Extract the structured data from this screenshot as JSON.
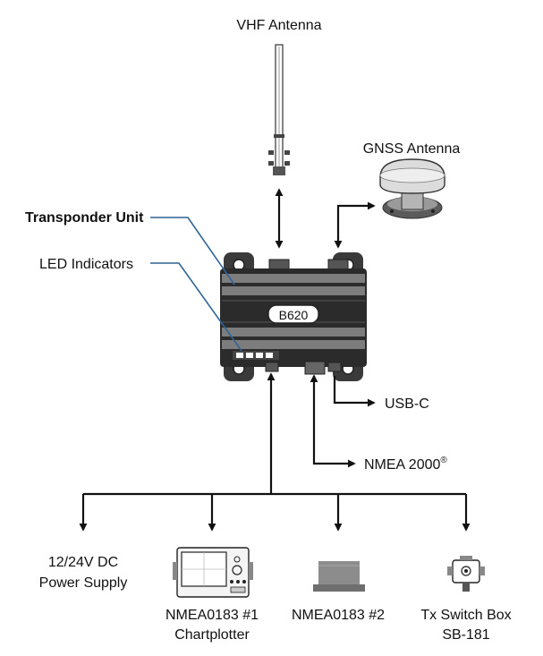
{
  "labels": {
    "vhf_antenna": "VHF Antenna",
    "gnss_antenna": "GNSS Antenna",
    "transponder_unit": "Transponder Unit",
    "led_indicators": "LED Indicators",
    "model": "B620",
    "usb_c": "USB-C",
    "nmea2000": "NMEA 2000",
    "nmea2000_mark": "®",
    "power_supply_line1": "12/24V DC",
    "power_supply_line2": "Power Supply",
    "nmea0183_1_line1": "NMEA0183 #1",
    "nmea0183_1_line2": "Chartplotter",
    "nmea0183_2": "NMEA0183 #2",
    "tx_switch_line1": "Tx Switch Box",
    "tx_switch_line2": "SB-181"
  },
  "colors": {
    "line": "#111111",
    "leader": "#2e6496",
    "device_dark": "#3a3a3a",
    "device_mid": "#7d7d7d",
    "device_light": "#cfcfcf"
  }
}
